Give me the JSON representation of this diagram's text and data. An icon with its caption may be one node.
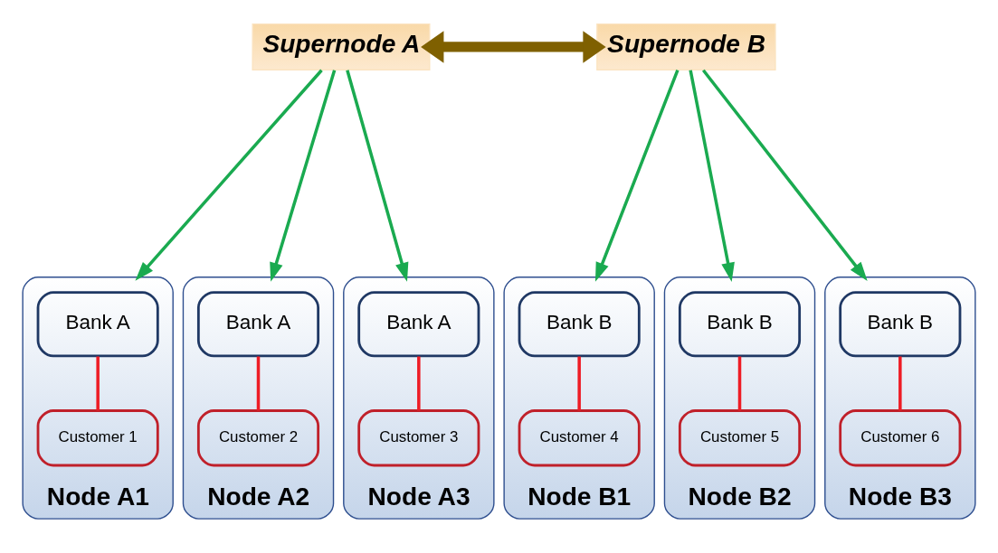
{
  "diagram": {
    "nodes": [
      {
        "text": [
          "Supernode A"
        ]
      },
      {
        "text": [
          "Supernode B"
        ]
      },
      {
        "text": [
          "Node A1"
        ]
      },
      {
        "text": [
          "Bank A"
        ],
        "in": 2
      },
      {
        "text": [
          "Customer 1"
        ],
        "in": 2
      },
      {
        "text": [
          "Node A2"
        ]
      },
      {
        "text": [
          "Bank A"
        ],
        "in": 5
      },
      {
        "text": [
          "Customer 2"
        ],
        "in": 5
      },
      {
        "text": [
          "Node A3"
        ]
      },
      {
        "text": [
          "Bank A"
        ],
        "in": 8
      },
      {
        "text": [
          "Customer 3"
        ],
        "in": 8
      },
      {
        "text": [
          "Node B1"
        ]
      },
      {
        "text": [
          "Bank B"
        ],
        "in": 11
      },
      {
        "text": [
          "Customer 4"
        ],
        "in": 11
      },
      {
        "text": [
          "Node B2"
        ]
      },
      {
        "text": [
          "Bank B"
        ],
        "in": 14
      },
      {
        "text": [
          "Customer 5"
        ],
        "in": 14
      },
      {
        "text": [
          "Node B3"
        ]
      },
      {
        "text": [
          "Bank B"
        ],
        "in": 17
      },
      {
        "text": [
          "Customer 6"
        ],
        "in": 17
      }
    ],
    "edges": [
      {
        "from": 0,
        "to": 1,
        "arrow": "both",
        "style": "thick",
        "color": "#7f6000"
      },
      {
        "from": 0,
        "to": 2,
        "arrow": "to",
        "color": "#1aaa50"
      },
      {
        "from": 0,
        "to": 5,
        "arrow": "to",
        "color": "#1aaa50"
      },
      {
        "from": 0,
        "to": 8,
        "arrow": "to",
        "color": "#1aaa50"
      },
      {
        "from": 1,
        "to": 11,
        "arrow": "to",
        "color": "#1aaa50"
      },
      {
        "from": 1,
        "to": 14,
        "arrow": "to",
        "color": "#1aaa50"
      },
      {
        "from": 1,
        "to": 17,
        "arrow": "to",
        "color": "#1aaa50"
      },
      {
        "from": 3,
        "to": 4,
        "arrow": "none",
        "color": "#ee1c25"
      },
      {
        "from": 6,
        "to": 7,
        "arrow": "none",
        "color": "#ee1c25"
      },
      {
        "from": 9,
        "to": 10,
        "arrow": "none",
        "color": "#ee1c25"
      },
      {
        "from": 12,
        "to": 13,
        "arrow": "none",
        "color": "#ee1c25"
      },
      {
        "from": 15,
        "to": 16,
        "arrow": "none",
        "color": "#ee1c25"
      },
      {
        "from": 18,
        "to": 19,
        "arrow": "none",
        "color": "#ee1c25"
      }
    ]
  }
}
